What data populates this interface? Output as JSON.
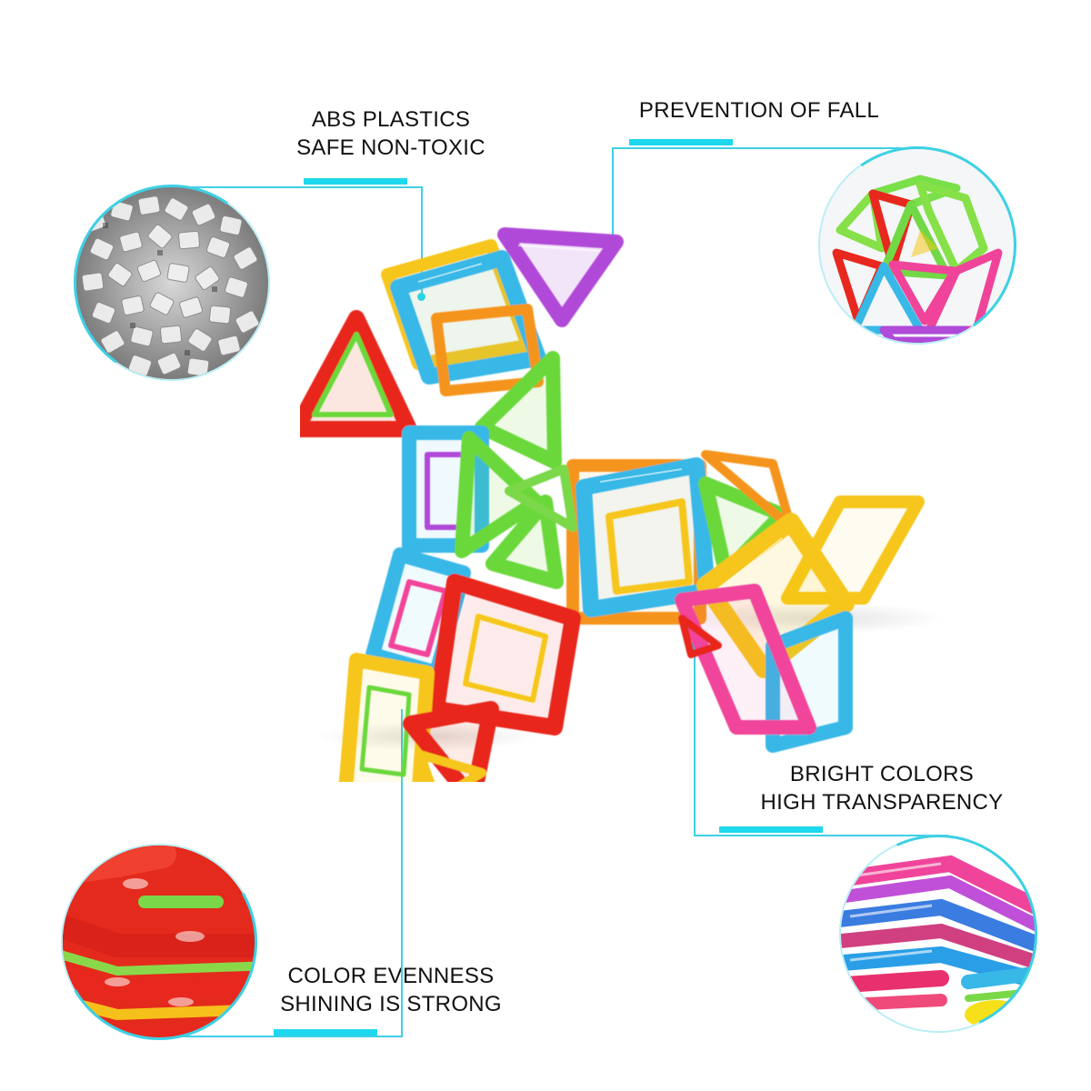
{
  "features": [
    {
      "id": "abs-plastics",
      "lines": [
        "ABS PLASTICS",
        "SAFE NON-TOXIC"
      ],
      "image_subject": "clear ABS plastic pellets"
    },
    {
      "id": "prevention-of-fall",
      "lines": [
        "PREVENTION OF FALL"
      ],
      "image_subject": "magnetic tile ball structure"
    },
    {
      "id": "bright-colors",
      "lines": [
        "BRIGHT COLORS",
        "HIGH TRANSPARENCY"
      ],
      "image_subject": "stacked pink and blue tiles close-up"
    },
    {
      "id": "color-evenness",
      "lines": [
        "COLOR EVENNESS",
        "SHINING IS STRONG"
      ],
      "image_subject": "stacked red tiles close-up"
    }
  ],
  "center_image": {
    "subject": "magnetic tile horse/dog figure"
  },
  "colors": {
    "accent": "#1ed8ee",
    "line": "#3ed0e4",
    "text": "#111111",
    "background": "#ffffff",
    "tile_red": "#e8281e",
    "tile_blue": "#38b8e6",
    "tile_green": "#6ad83a",
    "tile_yellow": "#f6c61a",
    "tile_purple": "#b04ad8",
    "tile_pink": "#f0449a",
    "tile_orange": "#f5941c"
  }
}
